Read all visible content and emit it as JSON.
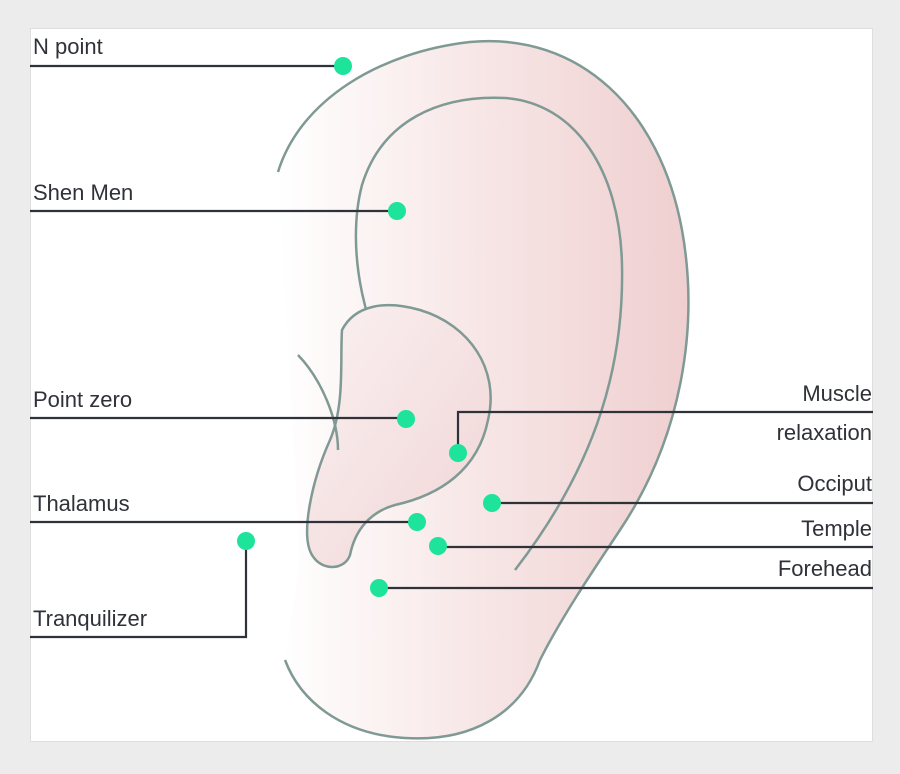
{
  "diagram": {
    "labels": {
      "n_point": "N point",
      "shen_men": "Shen Men",
      "point_zero": "Point zero",
      "thalamus": "Thalamus",
      "tranquilizer": "Tranquilizer",
      "muscle_relaxation_line1": "Muscle",
      "muscle_relaxation_line2": "relaxation",
      "occiput": "Occiput",
      "temple": "Temple",
      "forehead": "Forehead"
    },
    "colors": {
      "background": "#ececec",
      "panel": "#ffffff",
      "ear_fill": "#f2d6d6",
      "ear_outline": "#7f9994",
      "marker": "#1ee39a",
      "leader_line": "#2f3238"
    }
  }
}
